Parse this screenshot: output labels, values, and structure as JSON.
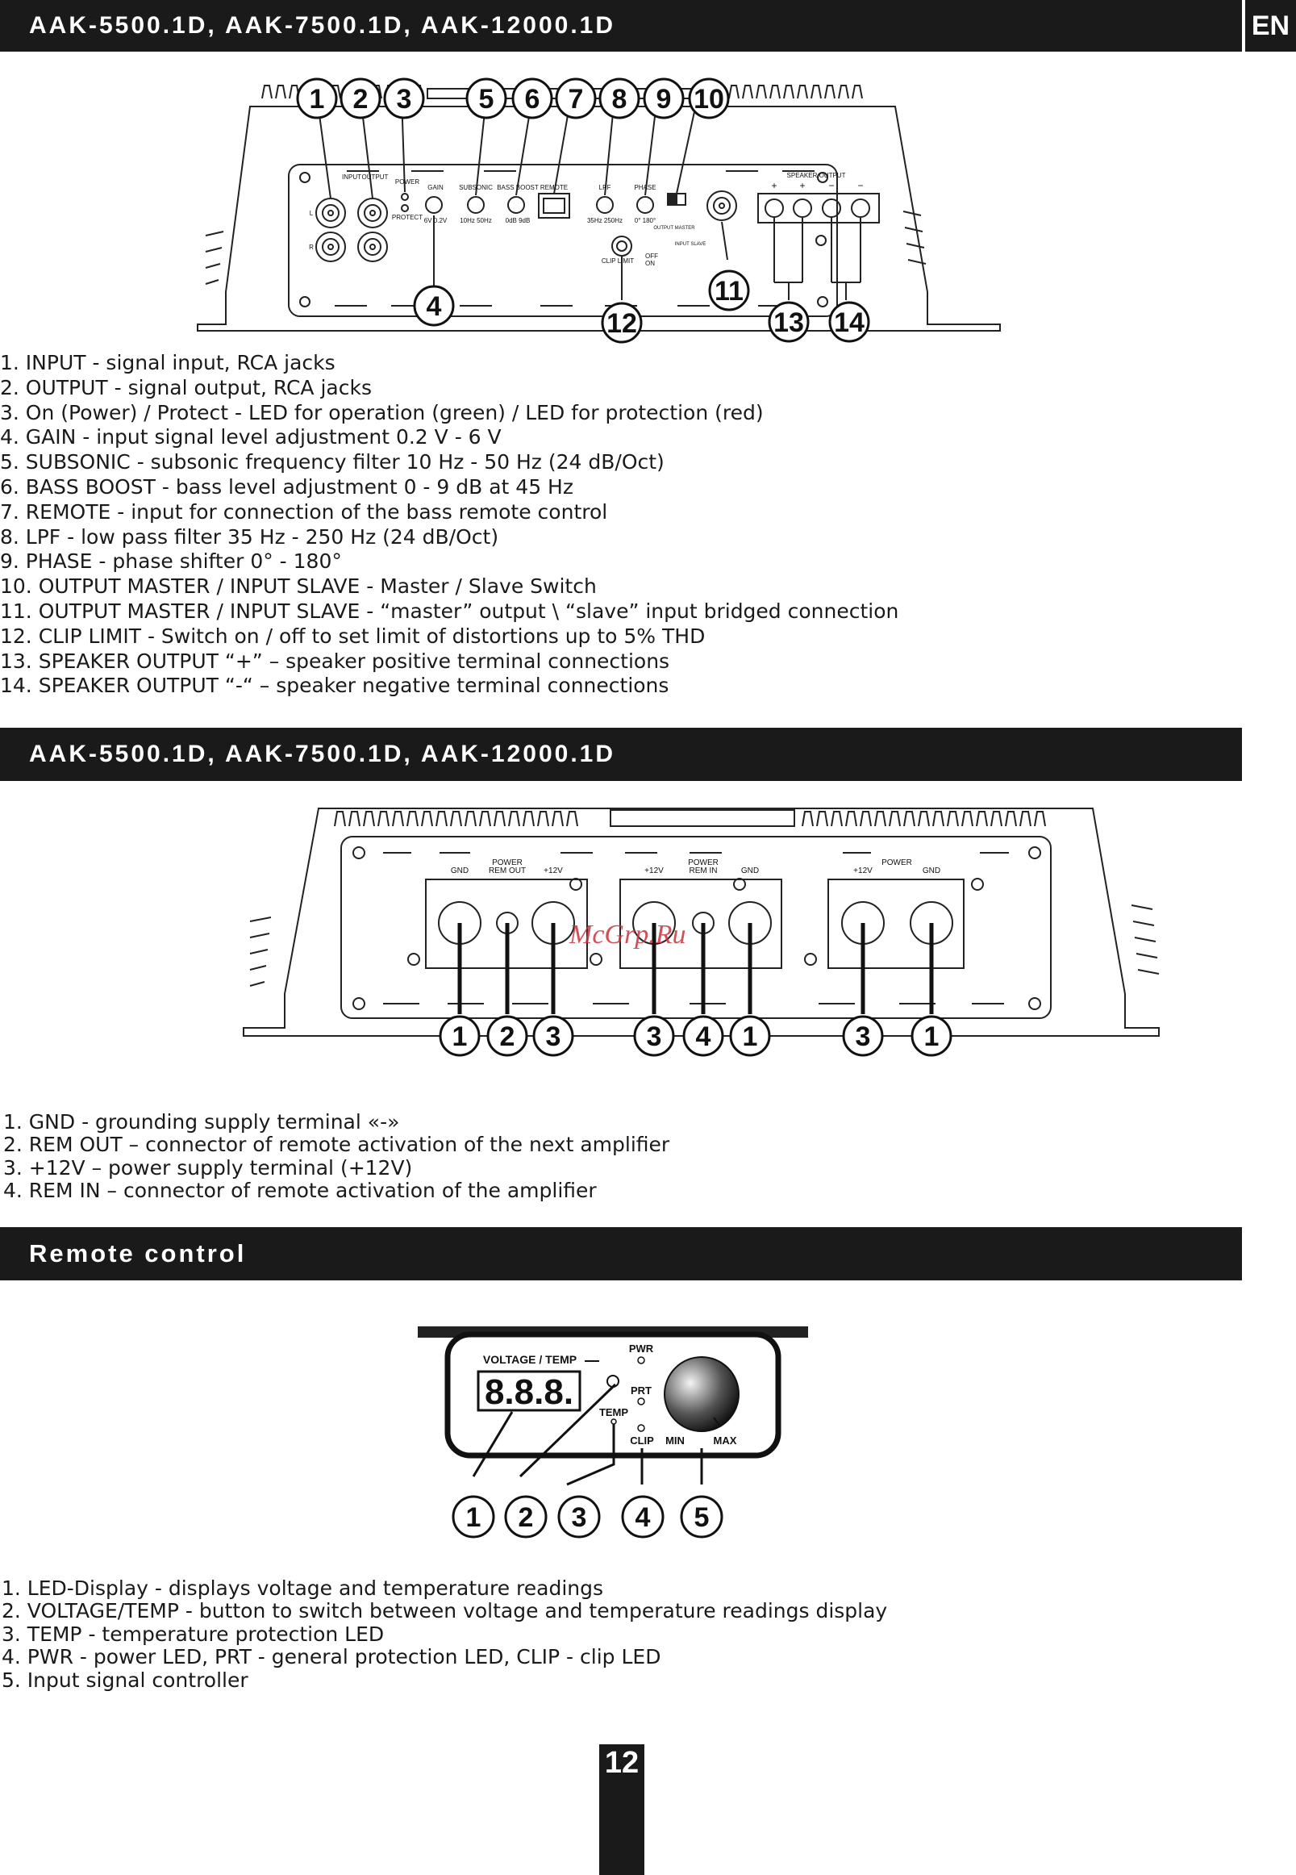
{
  "lang_badge": "EN",
  "section1": {
    "title": "AAK-5500.1D, AAK-7500.1D, AAK-12000.1D",
    "panel_labels": {
      "input": "INPUT",
      "output": "OUTPUT",
      "power": "POWER",
      "protect": "PROTECT",
      "l": "L",
      "r": "R",
      "gain": "GAIN",
      "gain_range": "6V 0.2V",
      "subsonic": "SUBSONIC",
      "subsonic_range": "10Hz 50Hz",
      "bass_boost": "BASS BOOST",
      "bass_range": "0dB 9dB",
      "remote": "REMOTE",
      "lpf": "LPF",
      "lpf_range": "35Hz 250Hz",
      "phase": "PHASE",
      "phase_range": "0° 180°",
      "clip_limit": "CLIP LIMIT",
      "off": "OFF",
      "on": "ON",
      "output_master": "OUTPUT MASTER",
      "input_slave": "INPUT SLAVE",
      "speaker_output": "SPEAKER OUTPUT",
      "plus": "+",
      "minus": "−"
    },
    "callouts": [
      "1",
      "2",
      "3",
      "4",
      "5",
      "6",
      "7",
      "8",
      "9",
      "10",
      "11",
      "12",
      "13",
      "14"
    ],
    "items": [
      "1. INPUT - signal input, RCA jacks",
      "2. OUTPUT - signal output, RCA jacks",
      "3. On (Power) / Protect - LED for operation (green) / LED for protection (red)",
      "4. GAIN - input signal level adjustment 0.2 V - 6 V",
      "5. SUBSONIC - subsonic frequency filter 10 Hz - 50 Hz (24 dB/Oct)",
      "6. BASS BOOST - bass level adjustment 0 - 9 dB at 45 Hz",
      "7. REMOTE - input for connection of the bass remote control",
      "8. LPF - low pass filter 35 Hz - 250 Hz (24 dB/Oct)",
      "9. PHASE - phase shifter 0° - 180°",
      "10. OUTPUT MASTER / INPUT SLAVE -  Master / Slave Switch",
      "11. OUTPUT MASTER / INPUT SLAVE - “master” output \\ “slave” input bridged connection",
      "12. CLIP LIMIT - Switch on / off to set limit of distortions up to 5% THD",
      "13. SPEAKER OUTPUT “+” – speaker positive terminal connections",
      "14. SPEAKER OUTPUT “-“ – speaker negative terminal connections"
    ]
  },
  "section2": {
    "title": "AAK-5500.1D, AAK-7500.1D, AAK-12000.1D",
    "panel_labels": {
      "power": "POWER",
      "gnd": "GND",
      "rem_out": "REM OUT",
      "rem_in": "REM IN",
      "plus12": "+12V"
    },
    "callouts": [
      "1",
      "2",
      "3",
      "3",
      "4",
      "1",
      "3",
      "1"
    ],
    "items": [
      "1. GND - grounding supply terminal  «-»",
      "2. REM OUT – connector of remote activation of the next amplifier",
      "3. +12V – power supply terminal (+12V)",
      "4. REM IN – connector of remote activation of the amplifier"
    ]
  },
  "section3": {
    "title": "Remote control",
    "panel_labels": {
      "voltage_temp": "VOLTAGE / TEMP",
      "display": "8.8.8.",
      "pwr": "PWR",
      "prt": "PRT",
      "temp": "TEMP",
      "clip": "CLIP",
      "min": "MIN",
      "max": "MAX"
    },
    "callouts": [
      "1",
      "2",
      "3",
      "4",
      "5"
    ],
    "items": [
      "1. LED-Display - displays voltage and temperature readings",
      "2. VOLTAGE/TEMP - button to switch between voltage and temperature readings display",
      "3. TEMP - temperature protection LED",
      "4. PWR - power LED, PRT - general protection LED, CLIP - clip LED",
      "5. Input signal controller"
    ]
  },
  "watermark": "McGrp.Ru",
  "page_number": "12",
  "colors": {
    "header_bg": "#1a1a1a",
    "watermark": "#c8343c"
  }
}
